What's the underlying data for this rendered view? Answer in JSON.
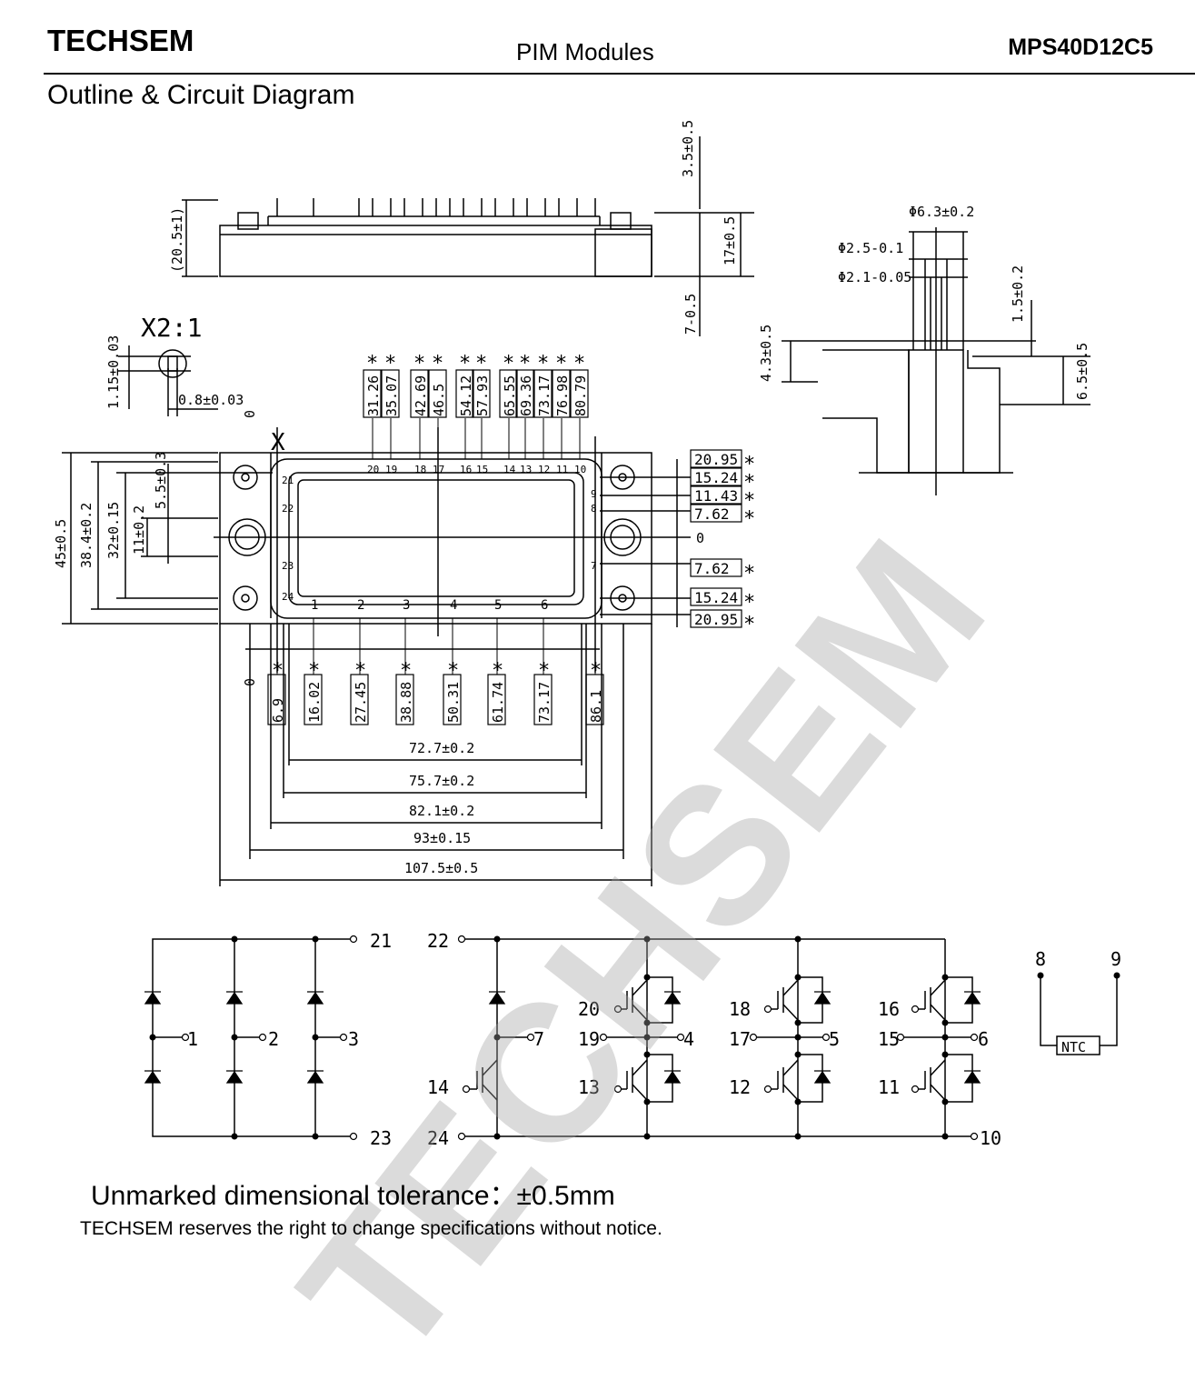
{
  "header": {
    "brand": "TECHSEM",
    "product_type": "PIM  Modules",
    "part_number": "MPS40D12C5"
  },
  "section_title": "Outline & Circuit Diagram",
  "watermark": "TECHSEM",
  "notes": {
    "tolerance": "Unmarked dimensional tolerance：±0.5mm",
    "disclaimer": "TECHSEM reserves the right to change specifications without notice."
  },
  "side_view": {
    "pin_height": "3.5±0.5",
    "overall_height": "(20.5±1)",
    "body_height": "17±0.5",
    "base_offset": "7-0.5"
  },
  "detail": {
    "scale": "X2:1",
    "pin_offset": "1.15±0.03",
    "pin_width": "0.8±0.03"
  },
  "hole_section": {
    "outer_dia": "Φ6.3±0.2",
    "mid_dia": "Φ2.5-0.1",
    "inner_dia": "Φ2.1-0.05",
    "step": "1.5±0.2",
    "depth_left": "4.3±0.5",
    "depth_right": "6.5±0.5"
  },
  "top_pin_dims": [
    "31.26",
    "35.07",
    "42.69",
    "46.5",
    "54.12",
    "57.93",
    "65.55",
    "69.36",
    "73.17",
    "76.98",
    "80.79"
  ],
  "top_pin_numbers": [
    "20",
    "19",
    "18",
    "17",
    "16",
    "15",
    "14",
    "13",
    "12",
    "11",
    "10"
  ],
  "bottom_pin_dims": [
    "6.9",
    "16.02",
    "27.45",
    "38.88",
    "50.31",
    "61.74",
    "73.17",
    "86.1"
  ],
  "bottom_pin_numbers": [
    "1",
    "2",
    "3",
    "4",
    "5",
    "6"
  ],
  "right_dims": [
    "20.95",
    "15.24",
    "11.43",
    "7.62",
    "7.62",
    "15.24",
    "20.95"
  ],
  "left_dims": [
    "45±0.5",
    "38.4±0.2",
    "32±0.15",
    "11±0.2",
    "5.5±0.3"
  ],
  "width_dims": [
    "72.7±0.2",
    "75.7±0.2",
    "82.1±0.2",
    "93±0.15",
    "107.5±0.5"
  ],
  "zero_label": "0",
  "star": "∗",
  "pin_side_labels": [
    "21",
    "22",
    "23",
    "24",
    "9",
    "8",
    "7"
  ],
  "circuit": {
    "rectifier_terminals": [
      "21",
      "23",
      "1",
      "2",
      "3"
    ],
    "brake_terminals": [
      "22",
      "24",
      "7",
      "14"
    ],
    "inverter_terminals": [
      "20",
      "19",
      "4",
      "13",
      "18",
      "17",
      "5",
      "12",
      "16",
      "15",
      "6",
      "11",
      "10"
    ],
    "ntc_terminals": [
      "8",
      "9"
    ],
    "ntc_label": "NTC"
  }
}
